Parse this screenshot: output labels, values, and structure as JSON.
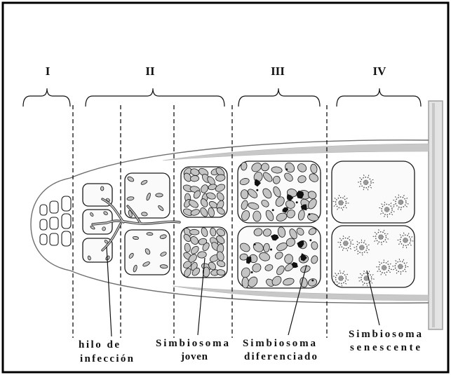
{
  "zones": [
    {
      "numeral": "I"
    },
    {
      "numeral": "II"
    },
    {
      "numeral": "III"
    },
    {
      "numeral": "IV"
    }
  ],
  "labels": {
    "infection_thread": {
      "line1": "hilo de",
      "line2": "infección"
    },
    "young_symbiosome": {
      "line1": "Simbiosoma",
      "line2": "joven"
    },
    "differentiated_symbiosome": {
      "line1": "Simbiosoma",
      "line2": "diferenciado"
    },
    "senescent_symbiosome": {
      "line1": "Simbiosoma",
      "line2": "senescente"
    }
  },
  "colors": {
    "line": "#1a1a1a",
    "organelle": "#c4c4c4",
    "granule": "#111111"
  }
}
